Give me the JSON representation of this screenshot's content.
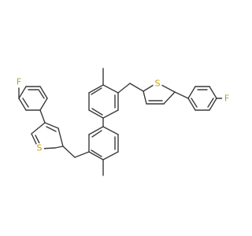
{
  "molecule": {
    "atoms": [
      {
        "id": "F1",
        "label": "F",
        "color": "#90b030"
      },
      {
        "id": "S1",
        "label": "S",
        "color": "#c8a000"
      },
      {
        "id": "F2",
        "label": "F",
        "color": "#90b030"
      },
      {
        "id": "S2",
        "label": "S",
        "color": "#c8a000"
      }
    ],
    "bond_color": "#3a3a3a"
  }
}
